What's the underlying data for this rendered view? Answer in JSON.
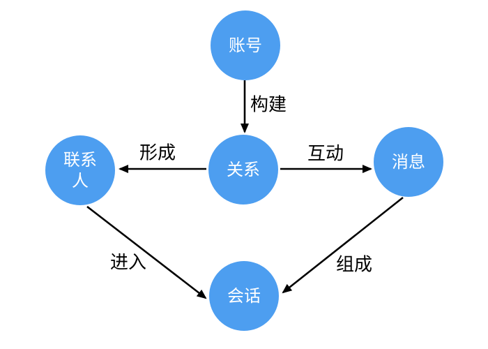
{
  "diagram": {
    "type": "flow-diagram",
    "colors": {
      "background": "#FFFFFF",
      "node_fill": "#4D9EF0",
      "node_text": "#FFFFFF",
      "edge_color": "#000000"
    },
    "nodes": [
      {
        "id": "account",
        "label": "账号"
      },
      {
        "id": "contacts",
        "label": "联系人"
      },
      {
        "id": "relationship",
        "label": "关系"
      },
      {
        "id": "message",
        "label": "消息"
      },
      {
        "id": "conversation",
        "label": "会话"
      }
    ],
    "edges": [
      {
        "from": "account",
        "to": "relationship",
        "label": "构建"
      },
      {
        "from": "relationship",
        "to": "contacts",
        "label": "形成"
      },
      {
        "from": "relationship",
        "to": "message",
        "label": "互动"
      },
      {
        "from": "contacts",
        "to": "conversation",
        "label": "进入"
      },
      {
        "from": "message",
        "to": "conversation",
        "label": "组成"
      }
    ]
  }
}
